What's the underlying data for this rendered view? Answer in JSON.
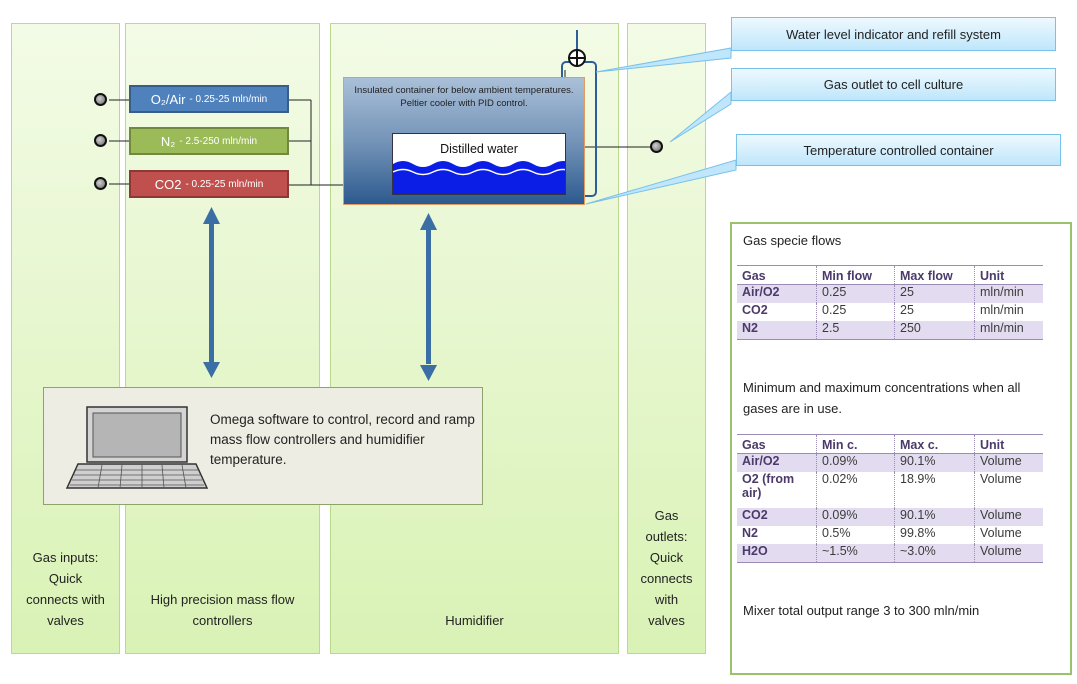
{
  "columns": {
    "gas_inputs": "Gas inputs: Quick connects with valves",
    "mfc": "High precision mass flow controllers",
    "humidifier": "Humidifier",
    "gas_outlets": "Gas outlets: Quick connects with valves"
  },
  "mfcs": [
    {
      "name": "O₂/Air",
      "range": "- 0.25-25 mln/min",
      "color": "#4f81bd"
    },
    {
      "name": "N₂",
      "range": "- 2.5-250 mln/min",
      "color": "#9bbb59"
    },
    {
      "name": "CO2",
      "range": "- 0.25-25 mln/min",
      "color": "#c0504d"
    }
  ],
  "humidifier": {
    "insulated_text": "Insulated container for below ambient temperatures. Peltier cooler with PID control.",
    "water_label": "Distilled water"
  },
  "callouts": {
    "water_level": "Water level indicator and refill system",
    "gas_outlet": "Gas outlet to cell culture",
    "temperature": "Temperature controlled container"
  },
  "software_text": "Omega software to control, record and ramp mass flow controllers and humidifier temperature.",
  "panel": {
    "flows_title": "Gas specie flows",
    "flows_table": {
      "headers": [
        "Gas",
        "Min flow",
        "Max flow",
        "Unit"
      ],
      "rows": [
        [
          "Air/O2",
          "0.25",
          "25",
          "mln/min"
        ],
        [
          "CO2",
          "0.25",
          "25",
          "mln/min"
        ],
        [
          "N2",
          "2.5",
          "250",
          "mln/min"
        ]
      ]
    },
    "conc_text": "Minimum and maximum concentrations when all gases are in use.",
    "conc_table": {
      "headers": [
        "Gas",
        "Min c.",
        "Max c.",
        "Unit"
      ],
      "rows": [
        [
          "Air/O2",
          "0.09%",
          "90.1%",
          "Volume"
        ],
        [
          "O2 (from air)",
          "0.02%",
          "18.9%",
          "Volume"
        ],
        [
          "CO2",
          "0.09%",
          "90.1%",
          "Volume"
        ],
        [
          "N2",
          "0.5%",
          "99.8%",
          "Volume"
        ],
        [
          "H2O",
          "~1.5%",
          "~3.0%",
          "Volume"
        ]
      ]
    },
    "mixer_text": "Mixer total output range 3 to 300 mln/min"
  },
  "colors": {
    "column_green": "#d9f2b5",
    "callout_blue": "#bfe6fb",
    "arrow_blue": "#3a6ea5"
  }
}
